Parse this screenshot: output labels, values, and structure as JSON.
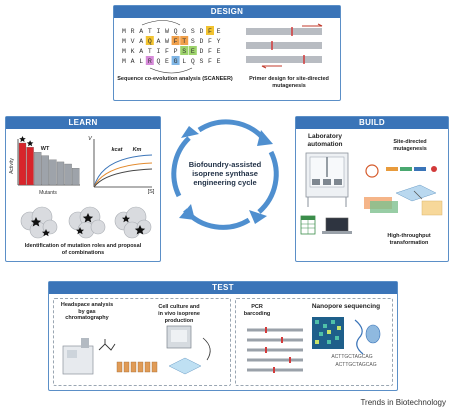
{
  "design": {
    "header": "DESIGN",
    "coevolution_label": "Sequence co-evolution analysis (SCANEER)",
    "primer_label": "Primer design for site-directed mutagenesis",
    "seq_rows": [
      [
        "M",
        "R",
        "A",
        "T",
        "I",
        "W",
        "Q",
        "G",
        "S",
        "D",
        "F",
        "E"
      ],
      [
        "M",
        "V",
        "A",
        "Q",
        "A",
        "W",
        "F",
        "T",
        "S",
        "D",
        "F",
        "Y"
      ],
      [
        "M",
        "K",
        "A",
        "T",
        "I",
        "F",
        "P",
        "S",
        "E",
        "D",
        "F",
        "E"
      ],
      [
        "M",
        "A",
        "L",
        "R",
        "Q",
        "E",
        "G",
        "L",
        "Q",
        "S",
        "F",
        "E"
      ]
    ],
    "highlight_colors": [
      "#f2c330",
      "#9dd36b",
      "#d68ad9",
      "#f0a04b",
      "#7fb6e6"
    ]
  },
  "learn": {
    "header": "LEARN",
    "bar_chart": {
      "ylabel": "Activity",
      "xlabel": "Mutants",
      "wt_label": "WT",
      "values": [
        1.0,
        0.9,
        0.78,
        0.7,
        0.6,
        0.55,
        0.5,
        0.4
      ],
      "colors": [
        "#d8242b",
        "#d8242b",
        "#9ea3aa",
        "#9ea3aa",
        "#9ea3aa",
        "#9ea3aa",
        "#9ea3aa",
        "#9ea3aa"
      ]
    },
    "kinetics": {
      "ylabel": "V",
      "xlabel": "[S]",
      "kcat_label": "kcat",
      "km_label": "Km"
    },
    "caption": "Identification of mutation roles and proposal of combinations"
  },
  "center": {
    "label": "Biofoundry-assisted isoprene synthase engineering cycle",
    "arrow_color": "#4f8fcf"
  },
  "build": {
    "header": "BUILD",
    "automation_label": "Laboratory automation",
    "mutagenesis_label": "Site-directed mutagenesis",
    "transformation_label": "High-throughput transformation"
  },
  "test": {
    "header": "TEST",
    "headspace_label": "Headspace analysis by gas chromatography",
    "culture_label_1": "Cell culture and",
    "culture_label_2": "in vivo isoprene production",
    "pcr_label": "PCR barcoding",
    "nanopore_label": "Nanopore sequencing",
    "dna_letters": "ACTTGCTAGCAG"
  },
  "brand": "Trends in Biotechnology"
}
